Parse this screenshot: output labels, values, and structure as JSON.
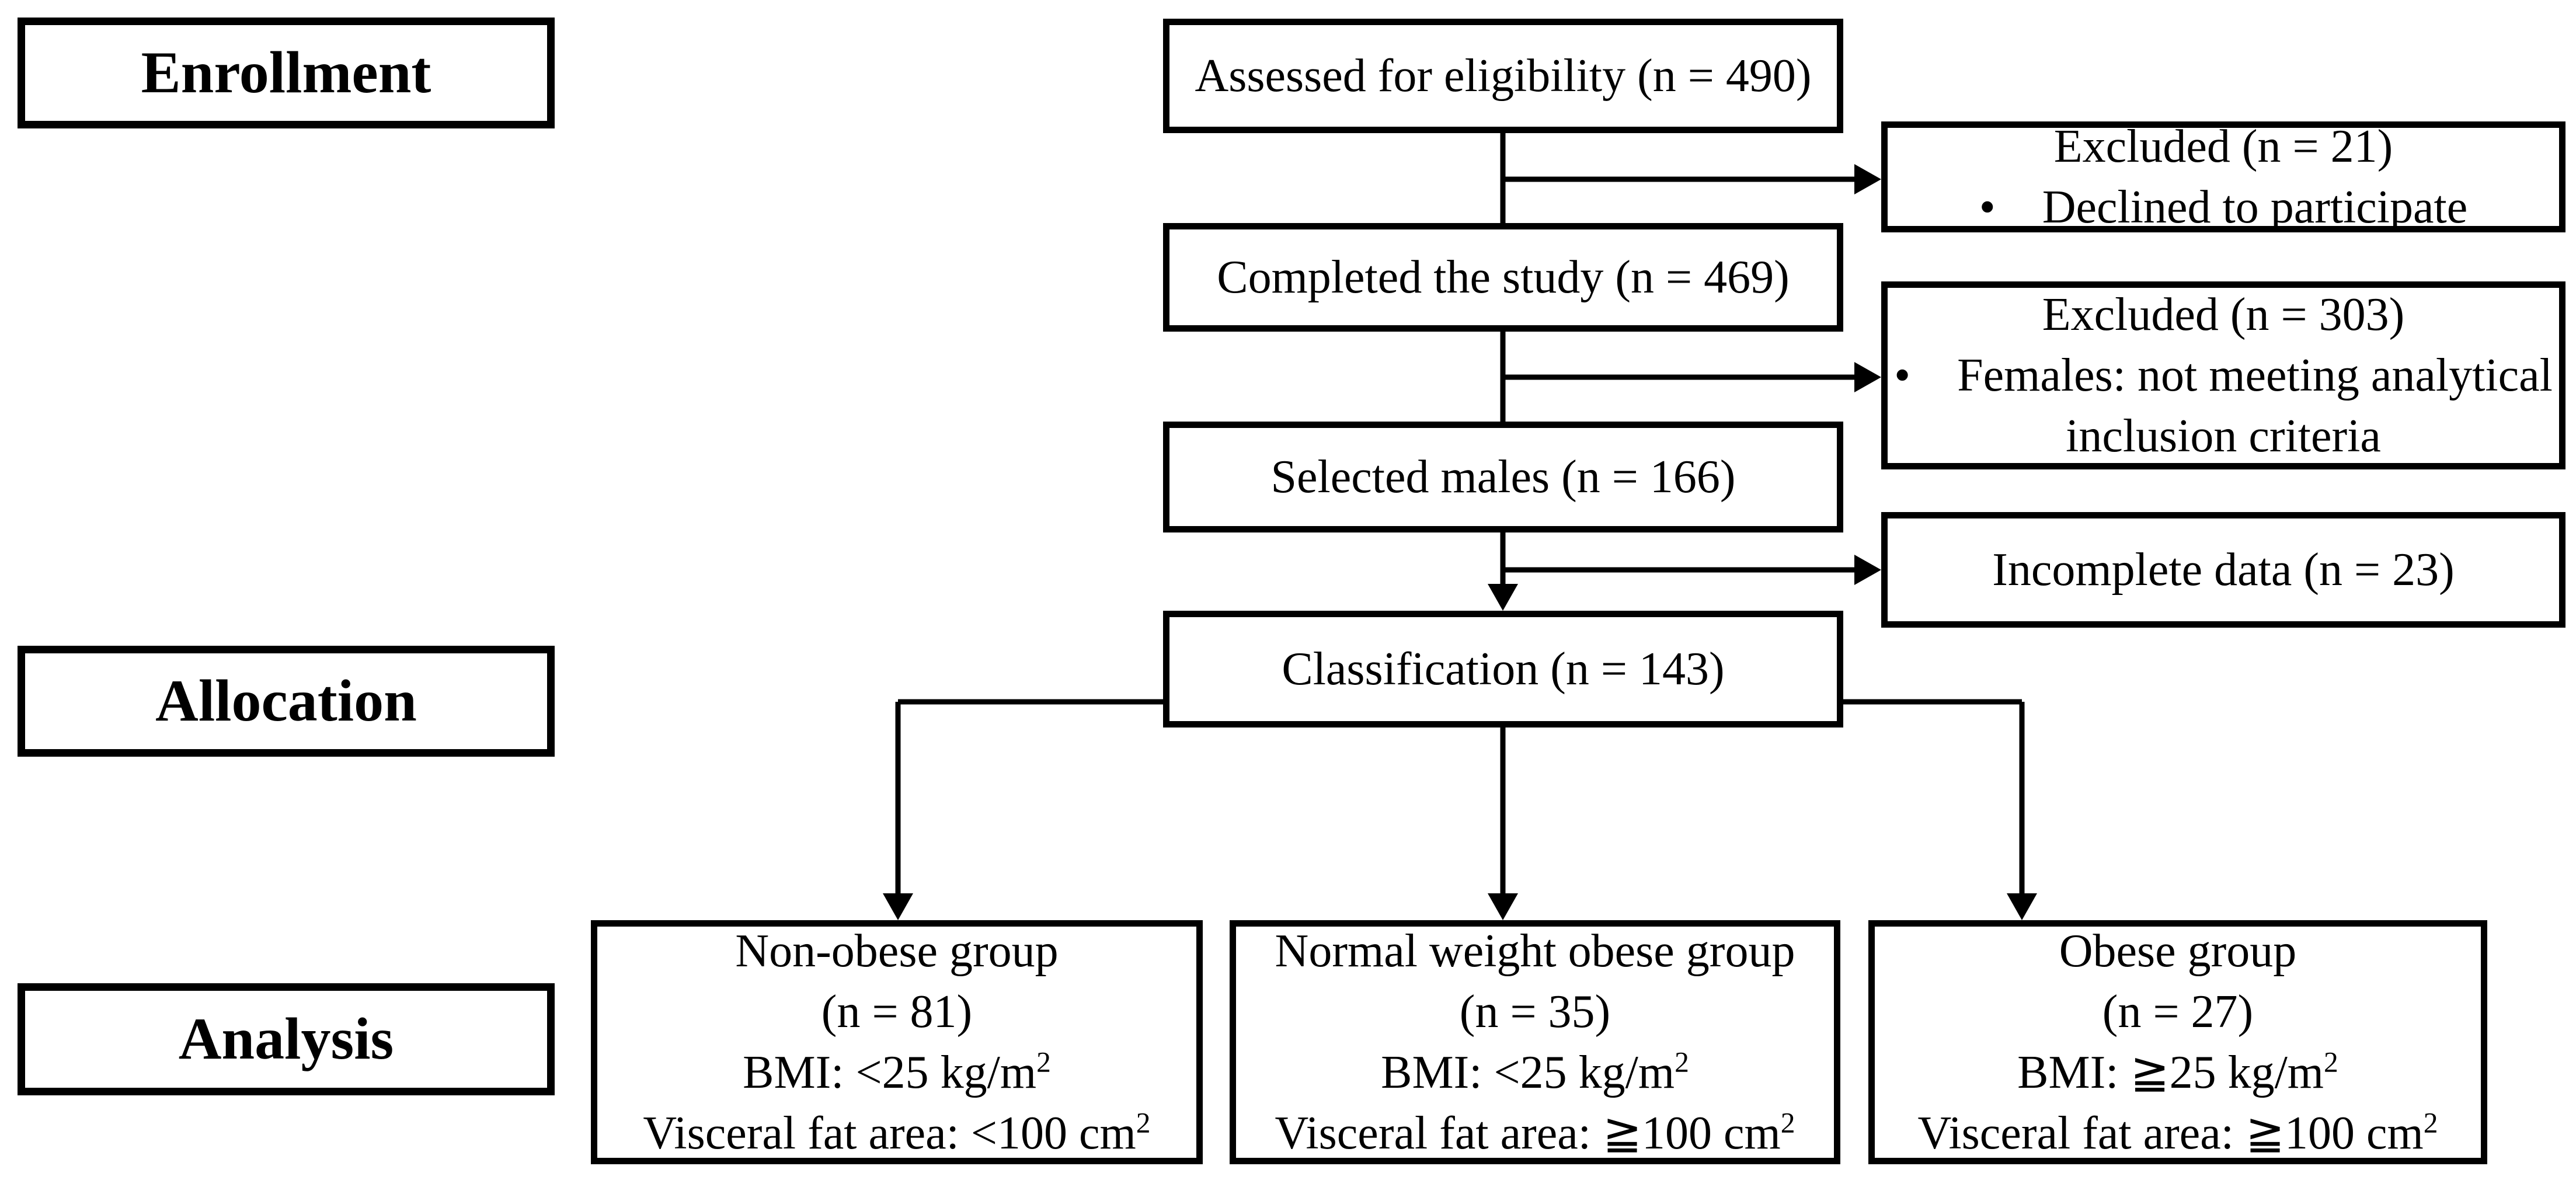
{
  "colors": {
    "ink": "#000000",
    "paper": "#ffffff"
  },
  "stage_labels": {
    "enrollment": "Enrollment",
    "allocation": "Allocation",
    "analysis": "Analysis"
  },
  "flow_boxes": {
    "assessed": "Assessed for eligibility (n = 490)",
    "completed": "Completed the study (n = 469)",
    "selected": "Selected males (n = 166)",
    "classification": "Classification (n = 143)"
  },
  "side_boxes": {
    "excluded_declined": {
      "title": "Excluded (n = 21)",
      "bullet": "•",
      "item": "Declined to participate"
    },
    "excluded_females": {
      "title": "Excluded (n = 303)",
      "bullet": "•",
      "item_line_1": "Females: not meeting analytical",
      "item_line_2": "inclusion criteria"
    },
    "incomplete_data": {
      "title": "Incomplete data (n = 23)"
    }
  },
  "group_boxes": {
    "non_obese": {
      "name": "Non-obese group",
      "count": "(n = 81)",
      "bmi": "BMI: <25 kg/m",
      "bmi_sup": "2",
      "visceral": "Visceral fat area: <100 cm",
      "visceral_sup": "2"
    },
    "normal_weight_obese": {
      "name": "Normal weight obese group",
      "count": "(n = 35)",
      "bmi": "BMI: <25 kg/m",
      "bmi_sup": "2",
      "visceral": "Visceral fat area: ≧100 cm",
      "visceral_sup": "2"
    },
    "obese": {
      "name": "Obese group",
      "count": "(n = 27)",
      "bmi": "BMI: ≧25 kg/m",
      "bmi_sup": "2",
      "visceral": "Visceral fat area: ≧100 cm",
      "visceral_sup": "2"
    }
  }
}
